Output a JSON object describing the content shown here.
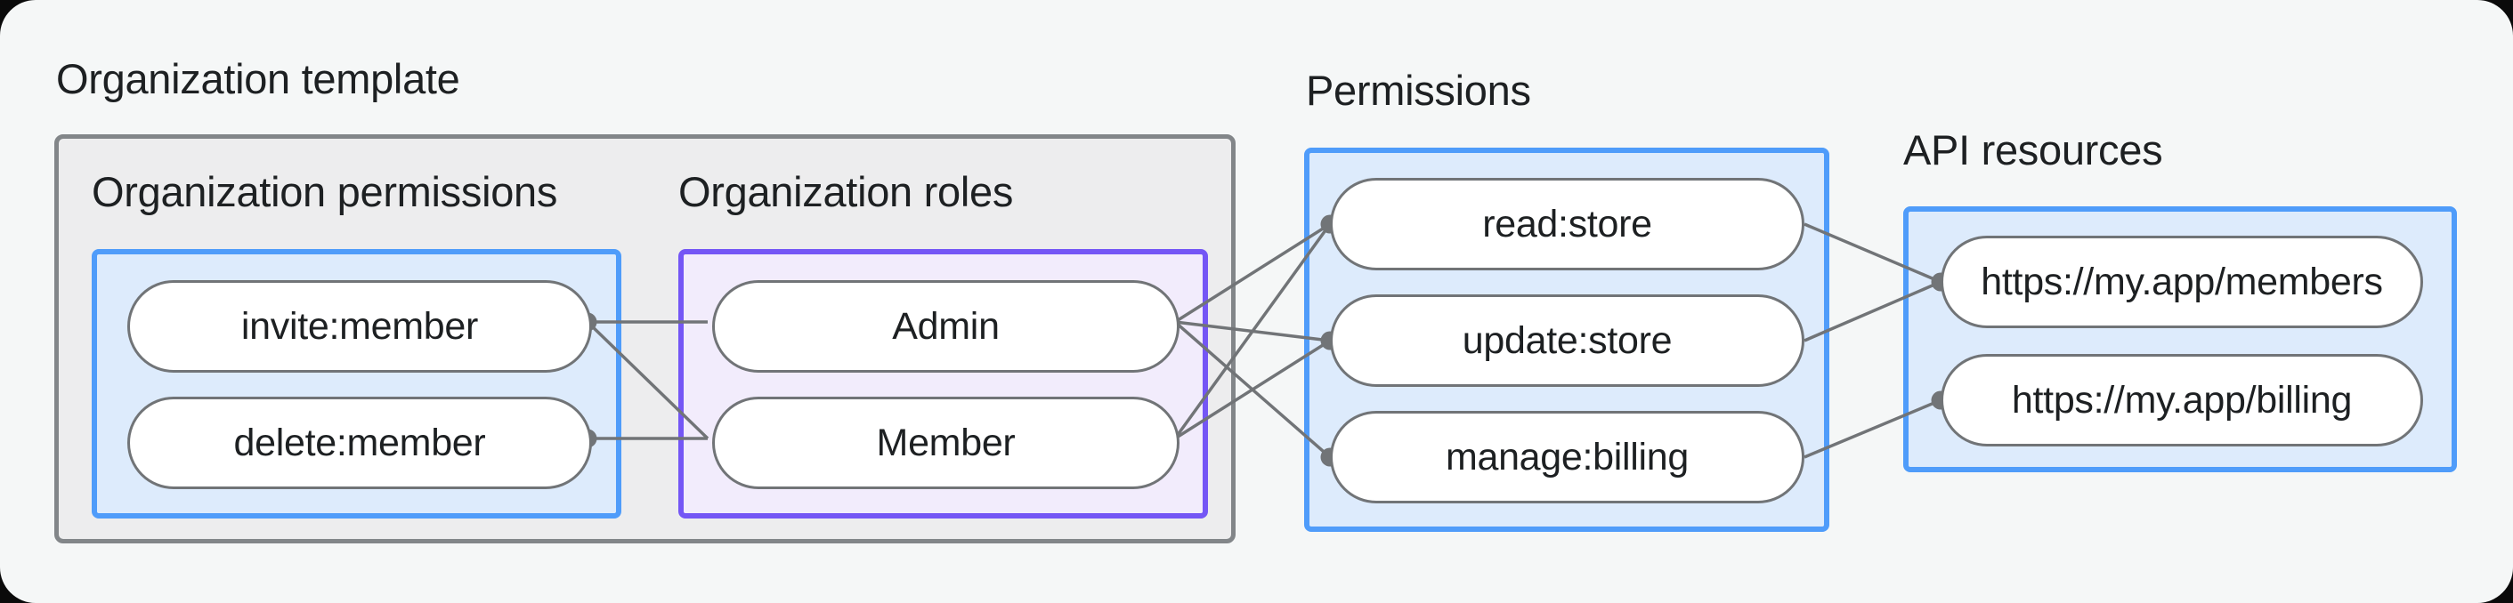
{
  "title": "Organization template",
  "groups": {
    "org_permissions": {
      "label": "Organization permissions",
      "items": [
        "invite:member",
        "delete:member"
      ]
    },
    "org_roles": {
      "label": "Organization roles",
      "items": [
        "Admin",
        "Member"
      ]
    },
    "permissions": {
      "label": "Permissions",
      "items": [
        "read:store",
        "update:store",
        "manage:billing"
      ]
    },
    "api_resources": {
      "label": "API resources",
      "items": [
        "https://my.app/members",
        "https://my.app/billing"
      ]
    }
  },
  "edges": [
    {
      "from": "invite",
      "from_side": "right",
      "to": "admin",
      "to_side": "left"
    },
    {
      "from": "invite",
      "from_side": "right",
      "to": "member",
      "to_side": "left"
    },
    {
      "from": "delete",
      "from_side": "right",
      "to": "member",
      "to_side": "left"
    },
    {
      "from": "admin",
      "from_side": "right",
      "to": "read",
      "to_side": "left"
    },
    {
      "from": "admin",
      "from_side": "right",
      "to": "update",
      "to_side": "left"
    },
    {
      "from": "admin",
      "from_side": "right",
      "to": "manage",
      "to_side": "left"
    },
    {
      "from": "member",
      "from_side": "right",
      "to": "read",
      "to_side": "left"
    },
    {
      "from": "member",
      "from_side": "right",
      "to": "update",
      "to_side": "left"
    },
    {
      "from": "read",
      "from_side": "right",
      "to": "members",
      "to_side": "left"
    },
    {
      "from": "update",
      "from_side": "right",
      "to": "members",
      "to_side": "left"
    },
    {
      "from": "manage",
      "from_side": "right",
      "to": "billing",
      "to_side": "left"
    }
  ],
  "connector_dots": [
    {
      "node": "invite",
      "side": "right"
    },
    {
      "node": "delete",
      "side": "right"
    },
    {
      "node": "read",
      "side": "left"
    },
    {
      "node": "update",
      "side": "left"
    },
    {
      "node": "manage",
      "side": "left"
    },
    {
      "node": "members",
      "side": "left"
    },
    {
      "node": "billing",
      "side": "left"
    }
  ],
  "colors": {
    "outer_bg": "#0a0a0a",
    "canvas_bg": "#f5f7f7",
    "gray_box_fill": "#ededee",
    "gray_box_border": "#828689",
    "blue_box_fill": "#ddebfc",
    "blue_box_border": "#4f9cfa",
    "purple_box_fill": "#f2ecfc",
    "purple_box_border": "#7456f5",
    "pill_fill": "#ffffff",
    "pill_border": "#717477",
    "line": "#717477",
    "dot": "#717477",
    "text": "#1d2022"
  }
}
